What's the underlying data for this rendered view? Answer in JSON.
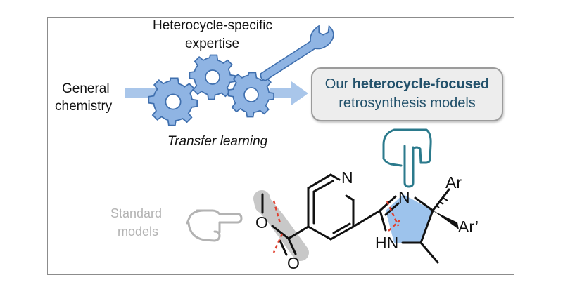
{
  "heading": {
    "line1": "Heterocycle-specific",
    "line2": "expertise"
  },
  "general": {
    "line1": "General",
    "line2": "chemistry"
  },
  "transfer_label": "Transfer learning",
  "our_box": {
    "prefix": "Our ",
    "bold": "heterocycle-focused",
    "line2": "retrosynthesis models"
  },
  "standard": {
    "line1": "Standard",
    "line2": "models"
  },
  "molecule": {
    "atom_n_pyridine": "N",
    "atom_n_ring": "N",
    "atom_hn": "HN",
    "atom_o1": "O",
    "atom_o2": "O",
    "sub_ar1": "Ar",
    "sub_ar2": "Ar’"
  },
  "colors": {
    "gear_fill": "#8fb4e3",
    "gear_stroke": "#3f6fae",
    "arrow": "#a9c6ea",
    "box_text": "#22516b",
    "pointing_hand": "#2b7a8c",
    "imidazoline_fill": "#9dc3ec",
    "disconnection": "#e0402f",
    "ester_highlight": "#c8c8c8",
    "standard_text": "#b3b3b3"
  },
  "icons": [
    "gear-icon",
    "wrench-icon",
    "pointing-hand-down-icon",
    "pointing-hand-right-icon",
    "arrow-icon"
  ]
}
